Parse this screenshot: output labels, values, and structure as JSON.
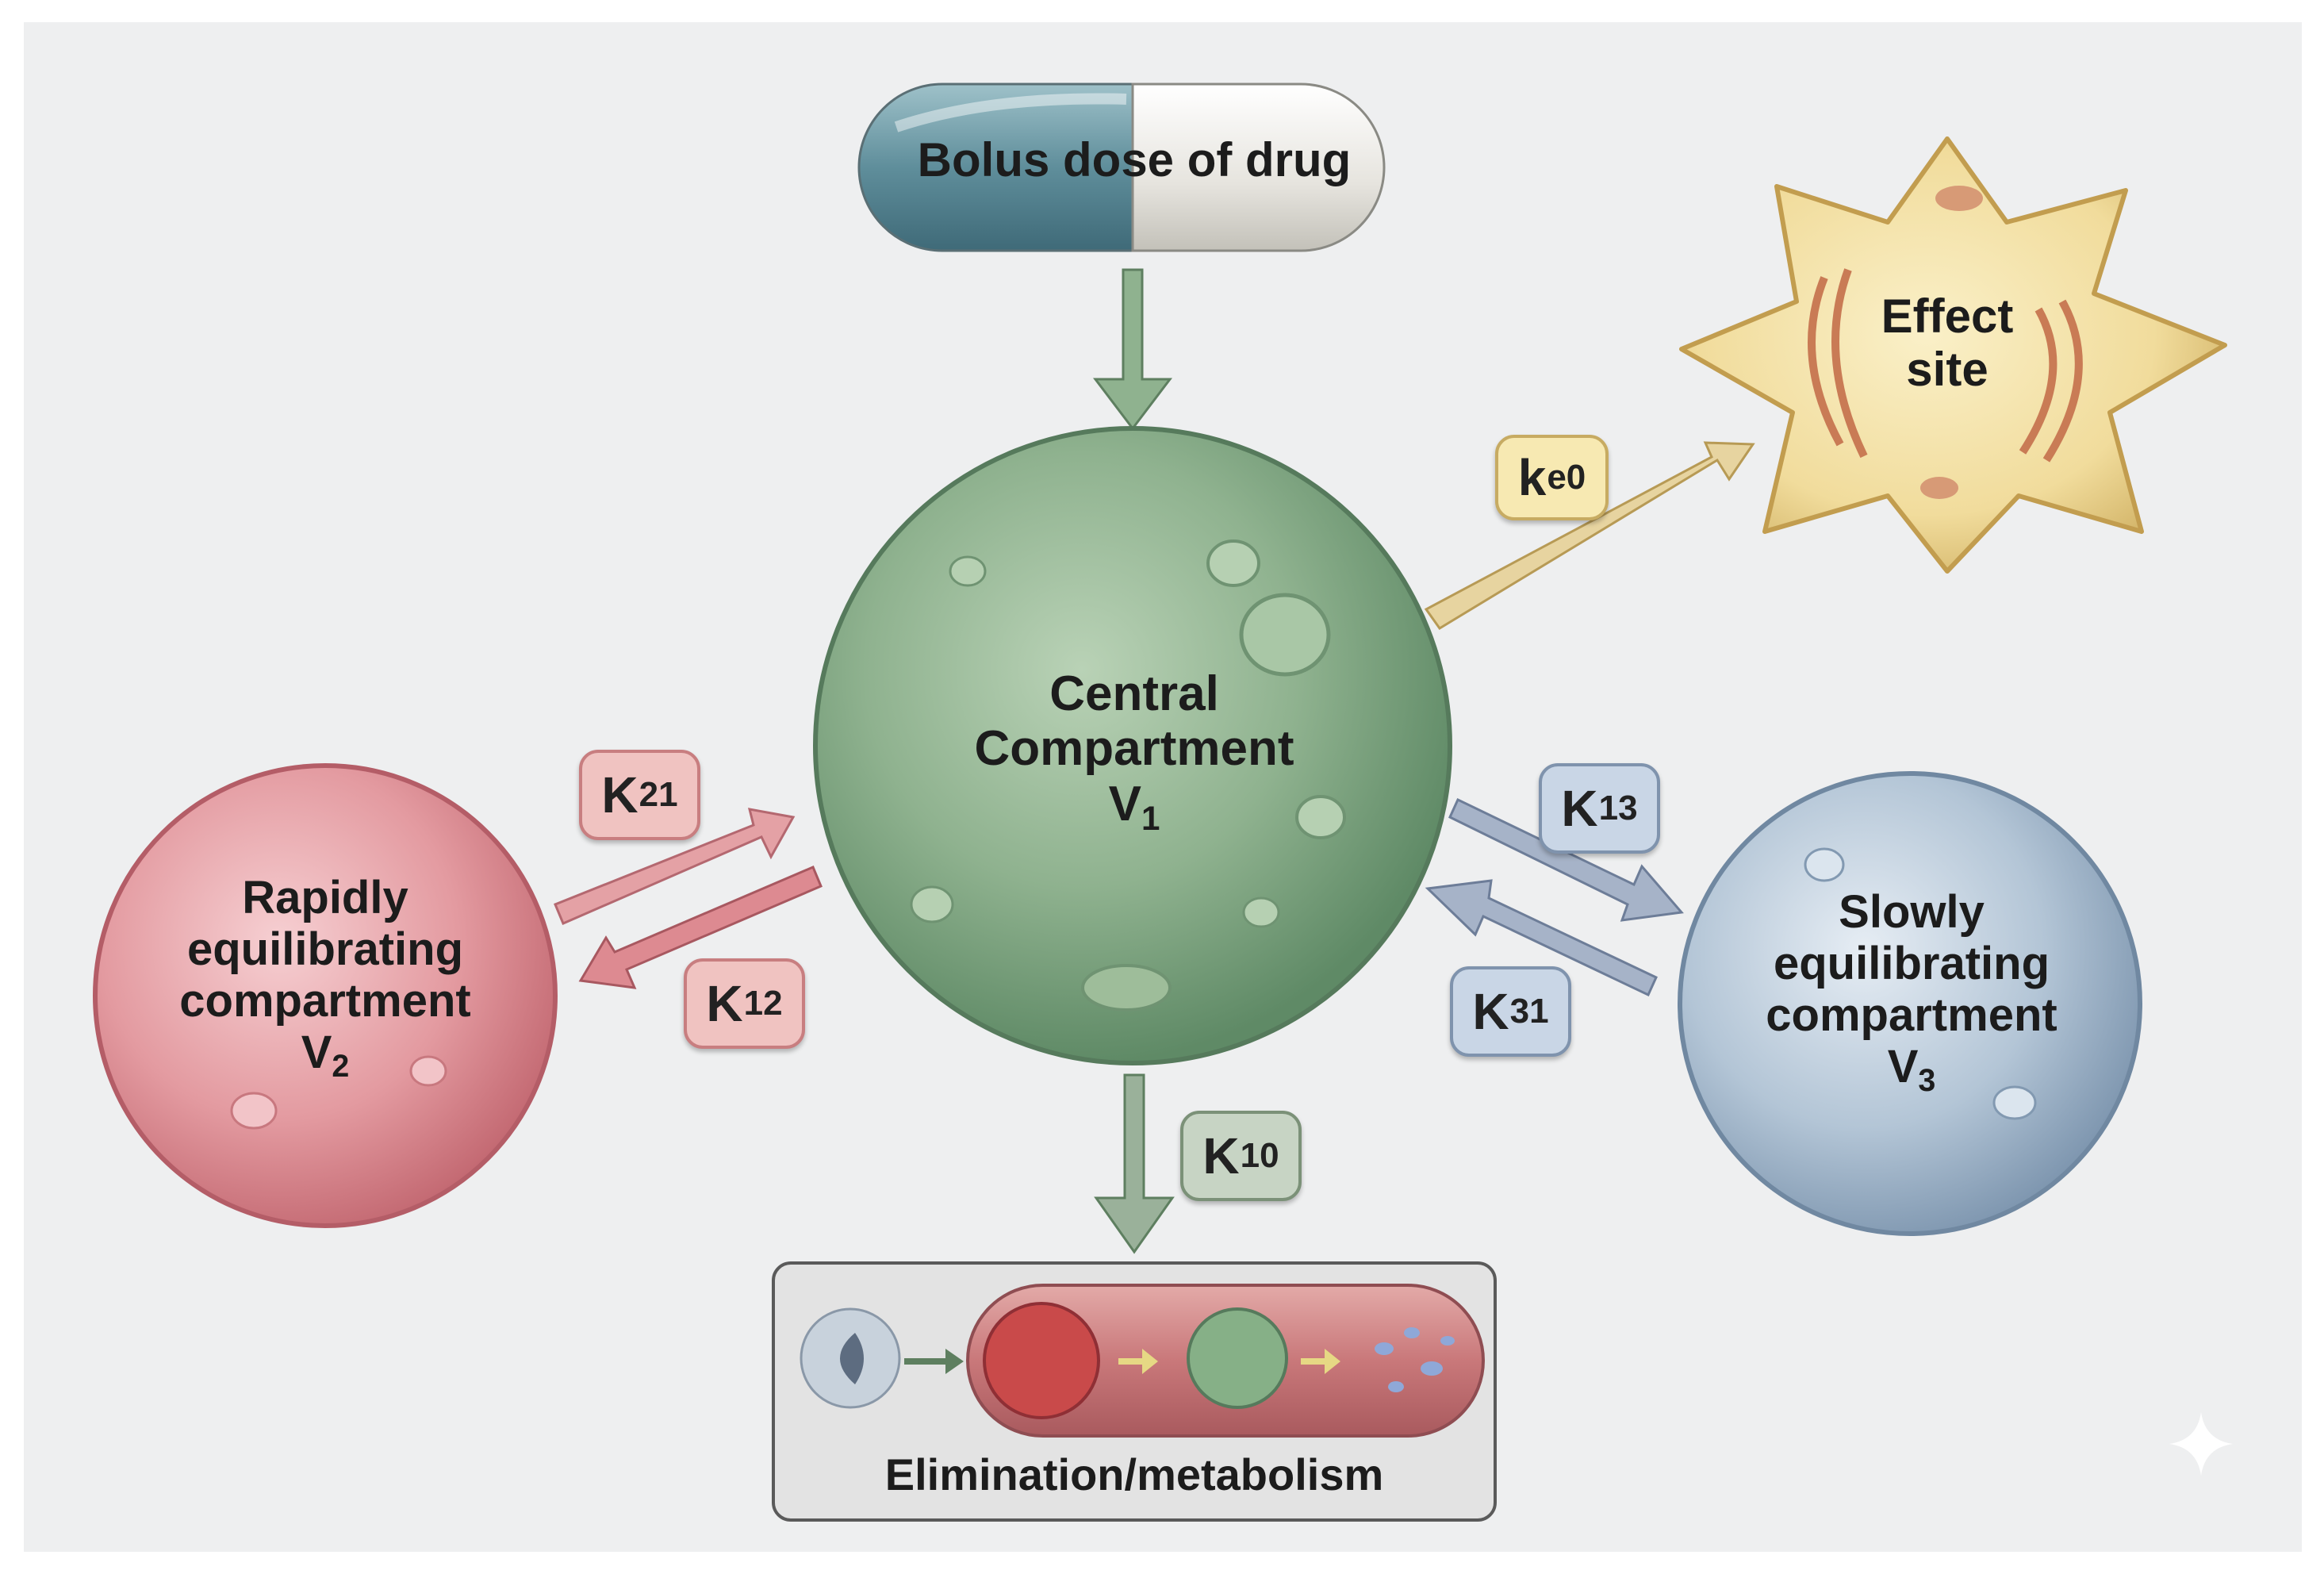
{
  "capsule": {
    "label": "Bolus dose of drug"
  },
  "central": {
    "line1": "Central",
    "line2": "Compartment",
    "symbol": "V",
    "sub": "1"
  },
  "rapid": {
    "line1": "Rapidly",
    "line2": "equilibrating",
    "line3": "compartment",
    "symbol": "V",
    "sub": "2"
  },
  "slow": {
    "line1": "Slowly",
    "line2": "equilibrating",
    "line3": "compartment",
    "symbol": "V",
    "sub": "3"
  },
  "effect": {
    "line1": "Effect",
    "line2": "site"
  },
  "elimination": {
    "label": "Elimination/metabolism"
  },
  "rates": {
    "k21": {
      "symbol": "K",
      "sub": "21"
    },
    "k12": {
      "symbol": "K",
      "sub": "12"
    },
    "k13": {
      "symbol": "K",
      "sub": "13"
    },
    "k31": {
      "symbol": "K",
      "sub": "31"
    },
    "k10": {
      "symbol": "K",
      "sub": "10"
    },
    "ke0": {
      "symbol": "k",
      "sub": "e0"
    }
  },
  "colors": {
    "background": "#eeeff0",
    "central": "#7da27f",
    "rapid": "#d9858b",
    "slow": "#9fb4c8",
    "effect": "#f0dca0",
    "badge_red": "#f0c3c1",
    "badge_blue": "#c9d6e6",
    "badge_green": "#c7d4c4",
    "badge_yellow": "#f7e9b2"
  }
}
